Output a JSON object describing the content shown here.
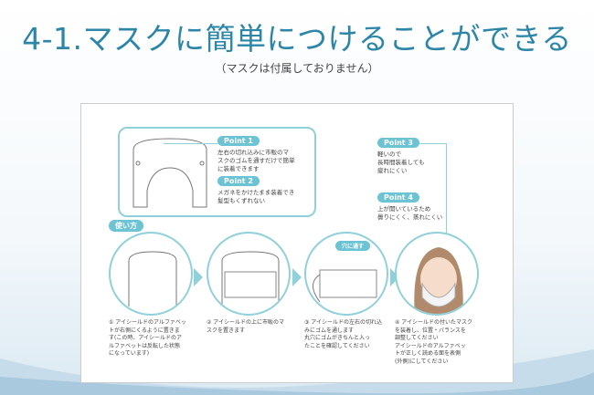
{
  "header": {
    "title": "4-1.マスクに簡単につけることができる",
    "subtitle": "（マスクは付属しておりません）"
  },
  "points": [
    {
      "label": "Point 1",
      "text": "左右の切れ込みに市販のマ\nスクのゴムを通すだけで簡単\nに装着できます"
    },
    {
      "label": "Point 2",
      "text": "メガネをかけたまま装着でき\n髪型もくずれない"
    },
    {
      "label": "Point 3",
      "text": "軽いので\n長時間装着しても\n疲れにくい"
    },
    {
      "label": "Point 4",
      "text": "上が開いているため\n曇りにくく、蒸れにくい"
    }
  ],
  "usage_label": "使い方",
  "hole_label": "穴に通す",
  "steps": [
    "① アイシールドのアルファベッ\nトが右側にくるように置きま\nす(この時、アイシールドのア\nルファベットは反転した状態\nになっています)",
    "② アイシールドの上に市販のマ\nスクを置きます",
    "③ アイシールドの左右の切れ込\nみにゴムを通します\n丸穴にゴムがきちんと入っ\nたことを確認してください",
    "④ アイシールドの付いたマスク\nを装着し、位置・バランスを\n調整してください\nアイシールドのアルファベッ\nトが正しく読める面を表側\n(外側)にしてください"
  ]
}
